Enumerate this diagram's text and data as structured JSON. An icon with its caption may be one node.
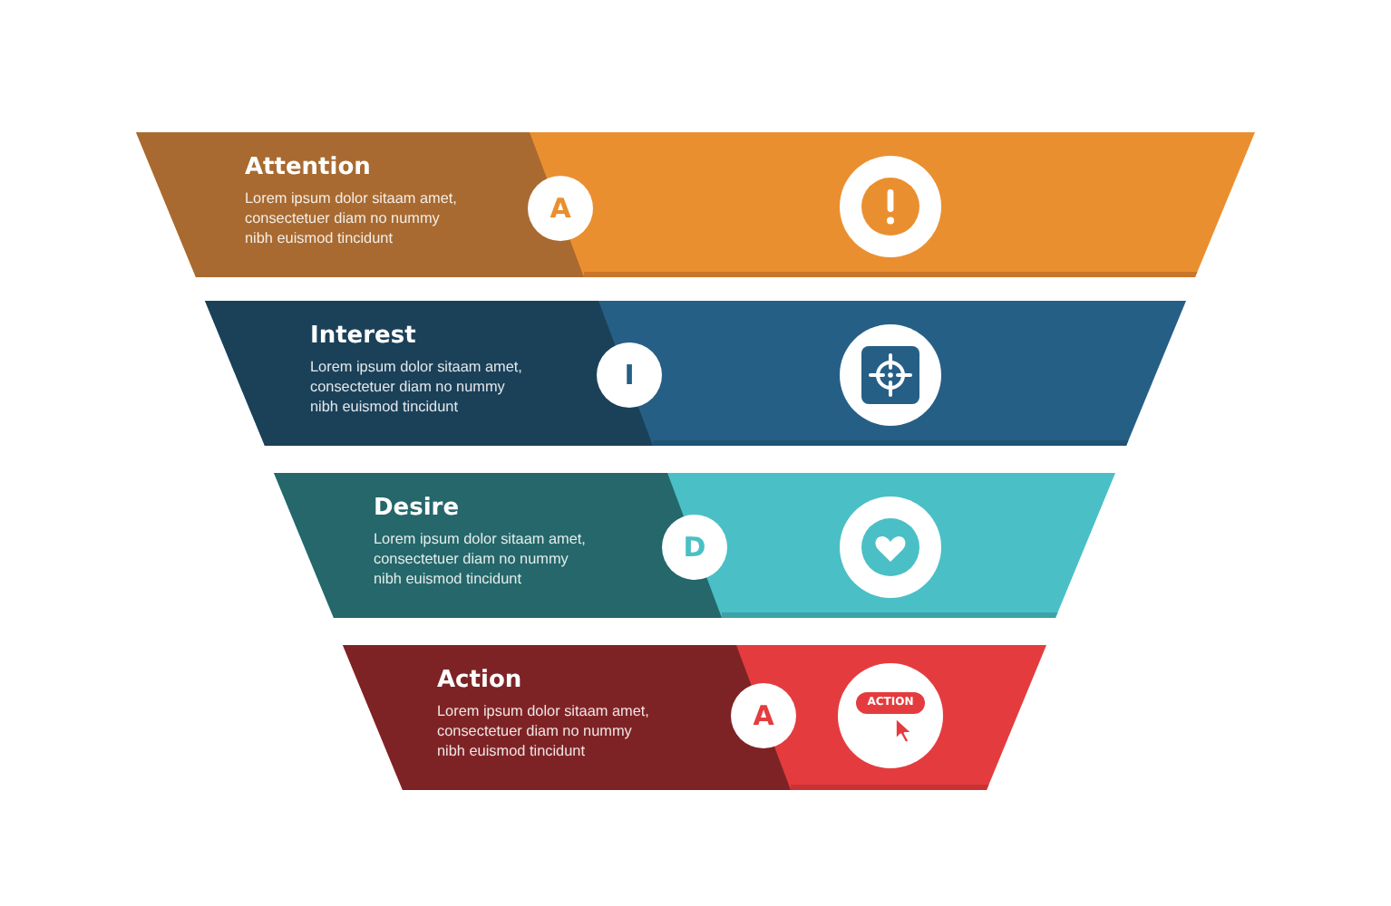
{
  "diagram": {
    "nodes": [
      {
        "text": [
          "Attention",
          "Lorem ipsum dolor sitaam amet, consectetuer diam no nummy nibh euismod tincidunt"
        ]
      },
      {
        "text": [
          "A"
        ],
        "in": 0
      },
      {
        "text": [],
        "shape": "circle",
        "in": 0
      },
      {
        "text": [
          "Interest",
          "Lorem ipsum dolor sitaam amet, consectetuer diam no nummy nibh euismod tincidunt"
        ]
      },
      {
        "text": [
          "I"
        ],
        "in": 3
      },
      {
        "text": [],
        "shape": "circle",
        "in": 3
      },
      {
        "text": [
          "Desire",
          "Lorem ipsum dolor sitaam amet, consectetuer diam no nummy nibh euismod tincidunt"
        ]
      },
      {
        "text": [
          "D"
        ],
        "in": 6
      },
      {
        "text": [],
        "shape": "circle",
        "in": 6
      },
      {
        "text": [
          "Action",
          "Lorem ipsum dolor sitaam amet, consectetuer diam no nummy nibh euismod tincidunt"
        ]
      },
      {
        "text": [
          "A"
        ],
        "in": 9
      },
      {
        "text": [
          "ACTION"
        ],
        "in": 9
      }
    ]
  }
}
